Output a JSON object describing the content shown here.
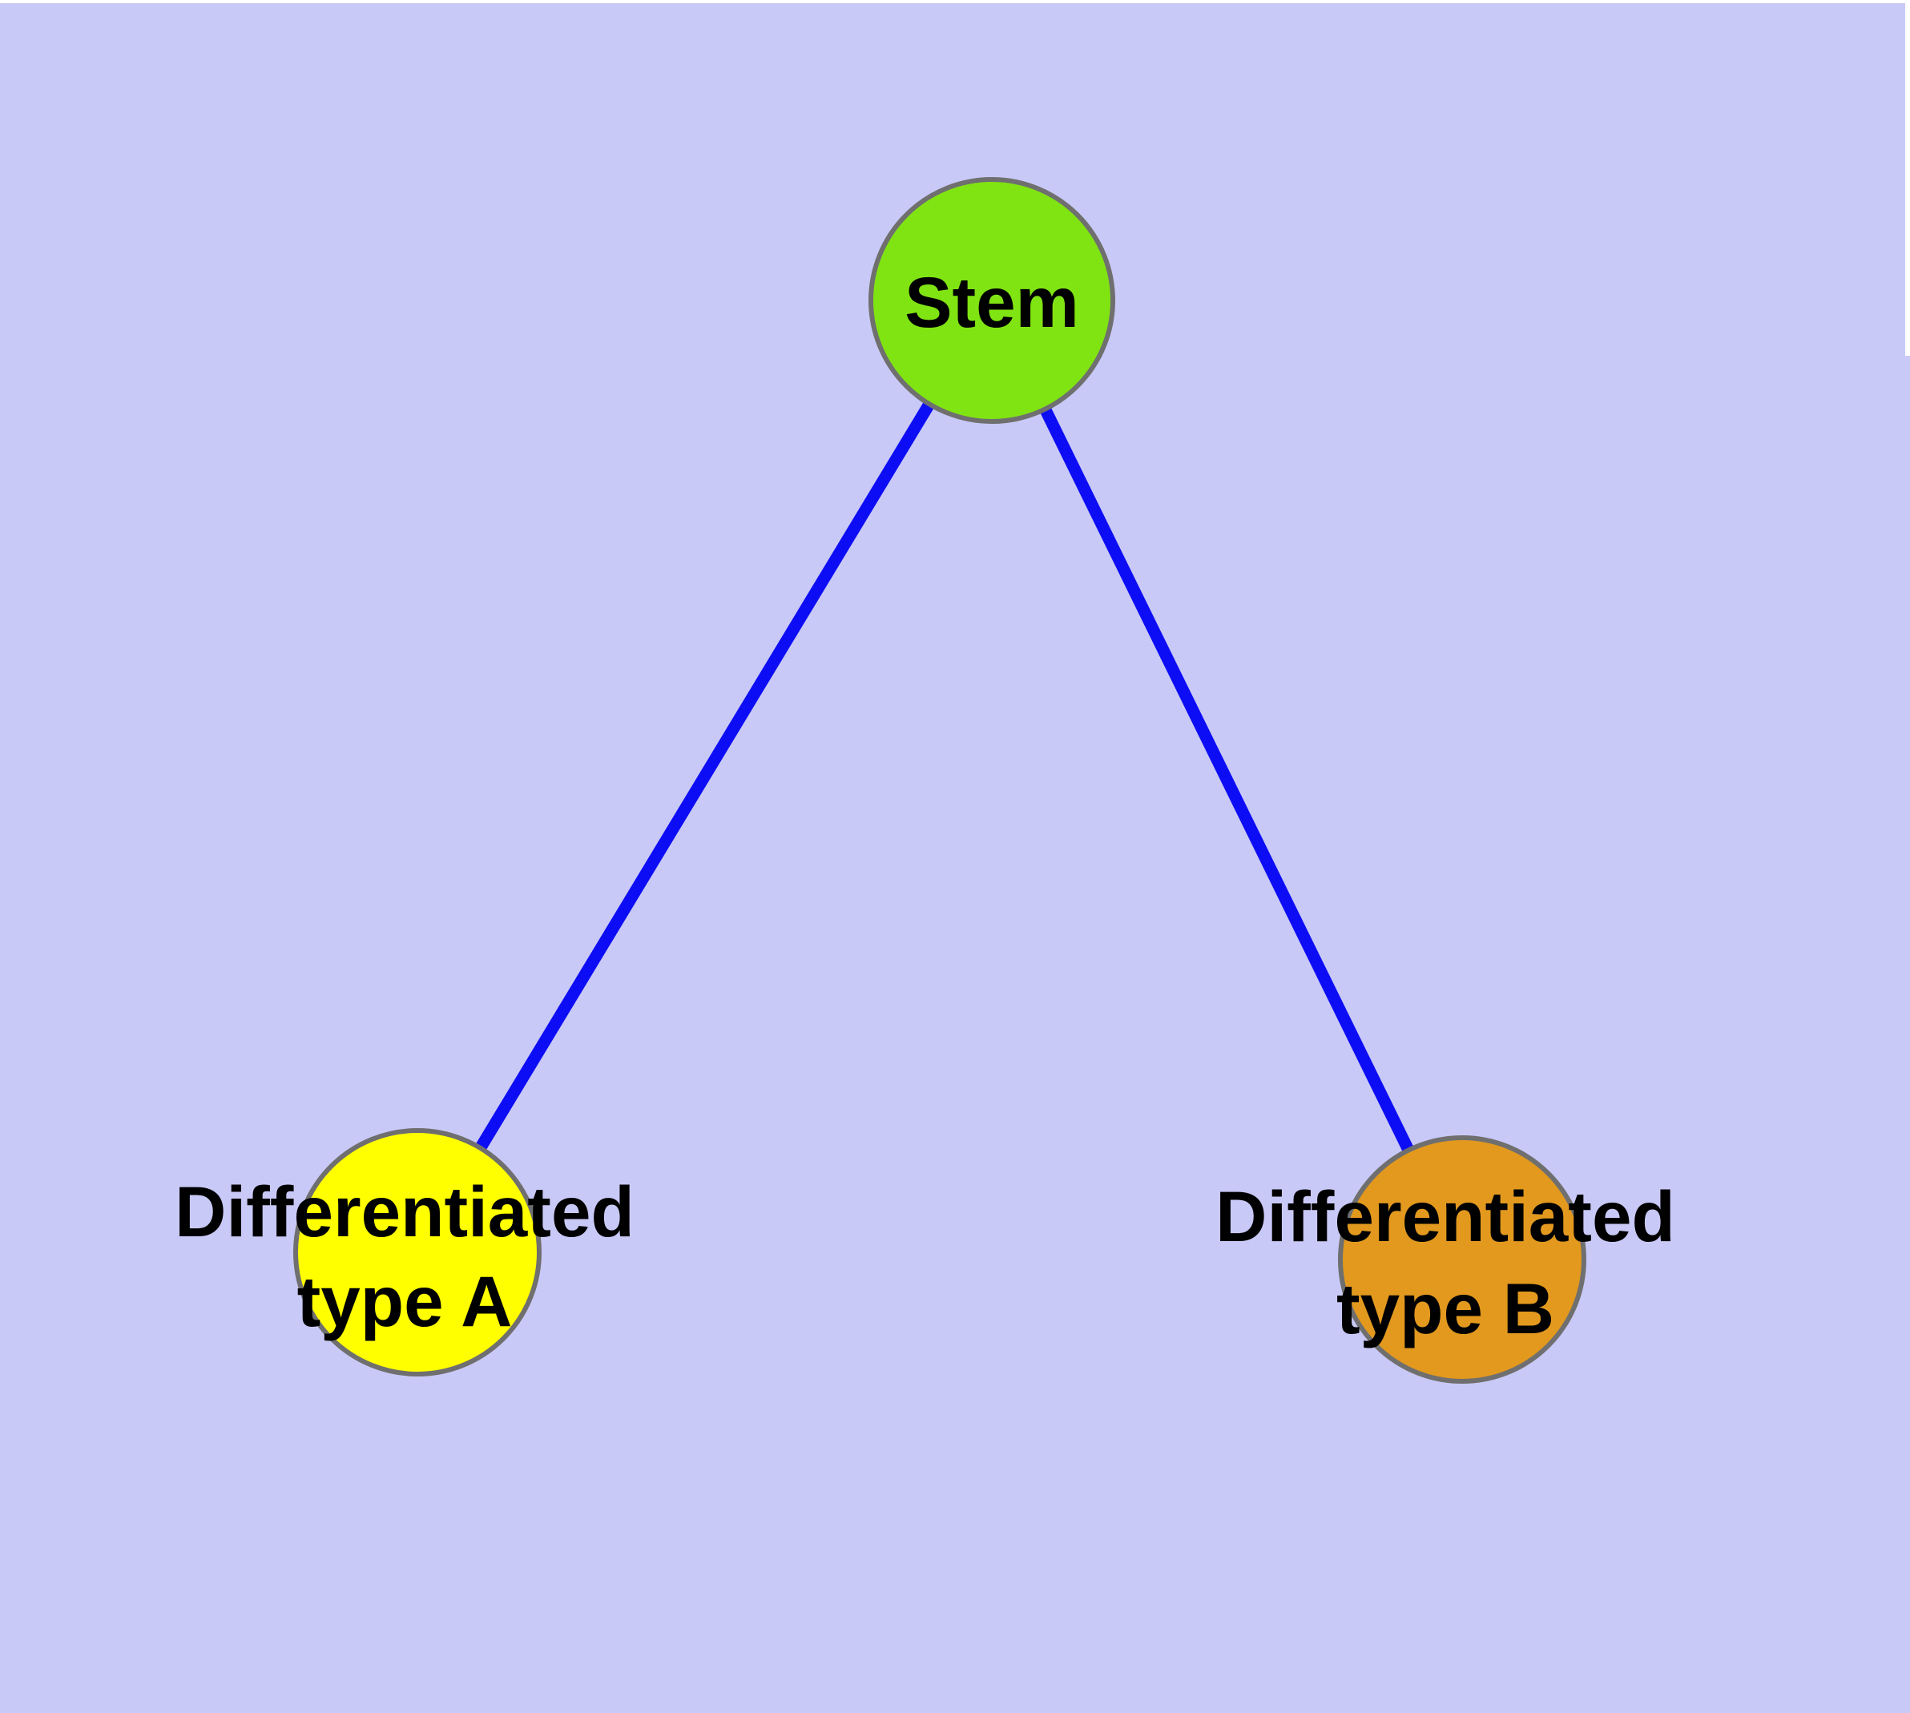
{
  "diagram": {
    "type": "node-edge-graph",
    "colors": {
      "background": "#C9C9F7",
      "edge": "#0D0DF5",
      "node_border": "#6F6F6F",
      "label_text": "#000000"
    },
    "nodes": [
      {
        "id": "stem",
        "label": "Stem",
        "line1": "Stem",
        "line2": "",
        "fill": "#80E412"
      },
      {
        "id": "type-a",
        "label": "Differentiated type A",
        "line1": "Differentiated",
        "line2": "type A",
        "fill": "#FFFF00"
      },
      {
        "id": "type-b",
        "label": "Differentiated type B",
        "line1": "Differentiated",
        "line2": "type B",
        "fill": "#E2991E"
      }
    ],
    "edges": [
      {
        "from": "Stem",
        "to": "Differentiated type A"
      },
      {
        "from": "Stem",
        "to": "Differentiated type B"
      }
    ]
  }
}
